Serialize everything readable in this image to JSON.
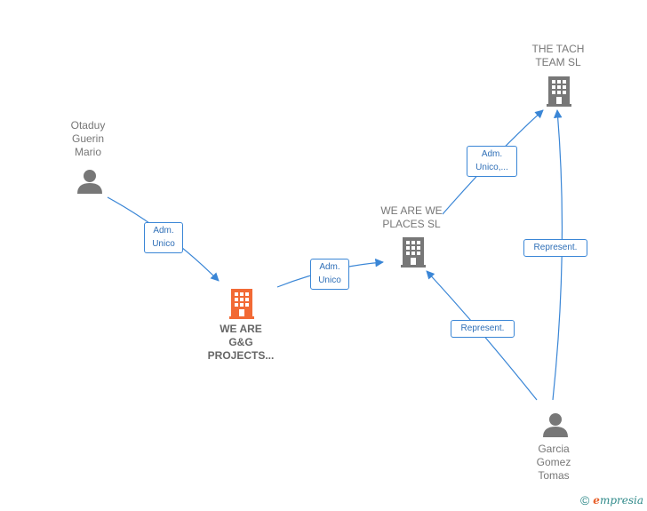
{
  "nodes": {
    "otaduy": {
      "label": "Otaduy\nGuerin\nMario",
      "type": "person"
    },
    "weare_gg": {
      "label": "WE ARE\nG&G\nPROJECTS...",
      "type": "company-main"
    },
    "weare_places": {
      "label": "WE ARE WE\nPLACES  SL",
      "type": "company"
    },
    "tach_team": {
      "label": "THE TACH\nTEAM  SL",
      "type": "company"
    },
    "garcia": {
      "label": "Garcia\nGomez\nTomas",
      "type": "person"
    }
  },
  "edges": {
    "otaduy_to_gg": "Adm.\nUnico",
    "gg_to_places": "Adm.\nUnico",
    "places_to_tach": "Adm.\nUnico,...",
    "garcia_to_places": "Represent.",
    "garcia_to_tach": "Represent."
  },
  "footer": {
    "copyright": "©",
    "brand_initial": "e",
    "brand_rest": "mpresia"
  },
  "colors": {
    "edge": "#3a86d6",
    "person": "#777777",
    "company": "#777777",
    "main_company": "#f26a35"
  }
}
